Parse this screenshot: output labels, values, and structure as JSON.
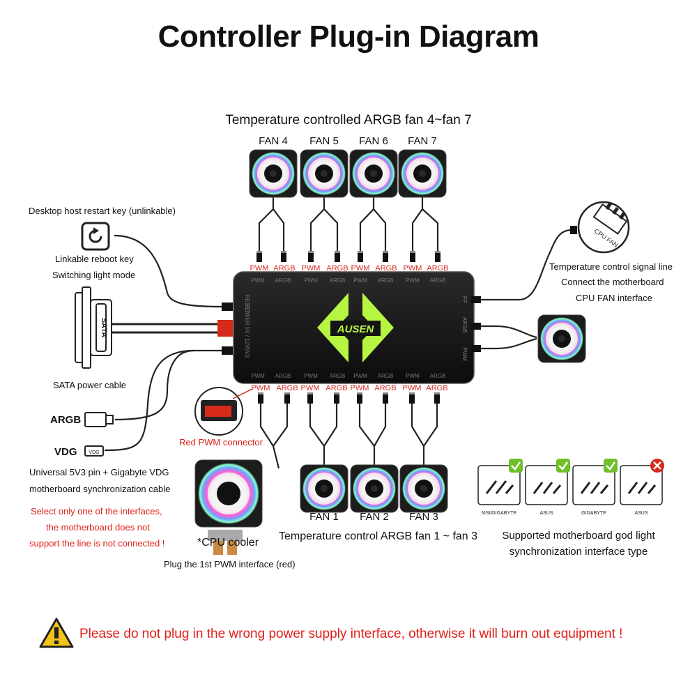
{
  "title": "Controller Plug-in Diagram",
  "top_fans": {
    "heading": "Temperature controlled ARGB fan 4~fan 7",
    "labels": [
      "FAN 4",
      "FAN 5",
      "FAN 6",
      "FAN 7"
    ]
  },
  "bottom_fans": {
    "heading": "Temperature control ARGB fan 1 ~ fan 3",
    "labels": [
      "FAN 1",
      "FAN 2",
      "FAN 3"
    ]
  },
  "ports": {
    "pwm": "PWM",
    "argb": "ARGB"
  },
  "hub": {
    "brand": "AUSEN",
    "left_labels": [
      "RESET",
      "POWER 5V / 12V",
      "5V3"
    ],
    "right_labels": [
      "FP",
      "ARGB",
      "PWM"
    ]
  },
  "left": {
    "restart_key": "Desktop host restart key (unlinkable)",
    "reboot_key_line1": "Linkable reboot key",
    "reboot_key_line2": "Switching light mode",
    "sata_plug": "SATA",
    "sata_cable": "SATA power cable",
    "argb_plug": "ARGB",
    "vdg_plug": "VDG",
    "vdg_badge": "VDG",
    "sync_line1": "Universal 5V3 pin + Gigabyte VDG",
    "sync_line2": "motherboard synchronization cable",
    "warn_line1": "Select only one of the interfaces,",
    "warn_line2": "the motherboard does not",
    "warn_line3": "support the line is not connected !"
  },
  "right": {
    "cpu_fan_tag": "CPU FAN",
    "signal_line1": "Temperature control signal line",
    "signal_line2": "Connect the motherboard",
    "signal_line3": "CPU FAN interface"
  },
  "cpu_cooler": {
    "red_connector": "Red PWM connector",
    "name": "*CPU cooler",
    "note": "Plug the 1st PWM interface (red)"
  },
  "sync_types": {
    "heading_line1": "Supported motherboard god light",
    "heading_line2": "synchronization interface type",
    "items": [
      {
        "label": "MSI/GIGABYTE",
        "supported": true
      },
      {
        "label": "ASUS",
        "supported": true
      },
      {
        "label": "GIGABYTE",
        "supported": true
      },
      {
        "label": "ASUS",
        "supported": false
      }
    ]
  },
  "warning": "Please do not plug in the wrong power supply interface, otherwise it will burn out equipment !",
  "colors": {
    "accent_green": "#b6f542",
    "warning_red": "#e0201a",
    "check_green": "#6fbf2a",
    "cross_red": "#d62a1a"
  }
}
